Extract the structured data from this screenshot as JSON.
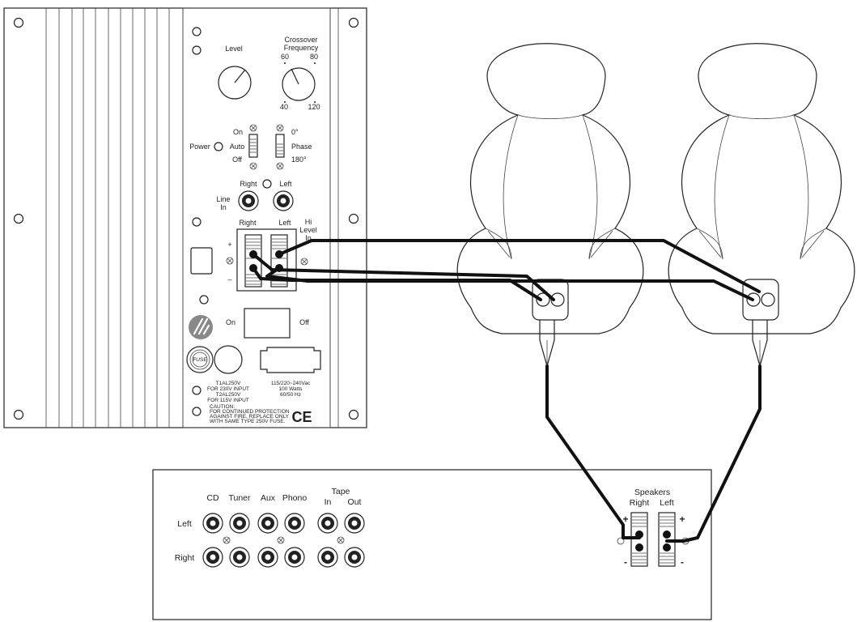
{
  "amp": {
    "level": "Level",
    "crossover_l1": "Crossover",
    "crossover_l2": "Frequency",
    "freq_60": "60",
    "freq_80": "80",
    "freq_40": "40",
    "freq_120": "120",
    "power": "Power",
    "on": "On",
    "auto": "Auto",
    "off": "Off",
    "phase": "Phase",
    "phase_0": "0°",
    "phase_180": "180°",
    "line_in_l1": "Line",
    "line_in_l2": "In",
    "right": "Right",
    "left": "Left",
    "hi_l1": "Hi",
    "hi_l2": "Level",
    "hi_l3": "In",
    "plus": "+",
    "minus": "–",
    "switch_on": "On",
    "switch_off": "Off",
    "fuse_label": "FUSE",
    "fuse_l1": "T1AL250V",
    "fuse_l2": "FOR 230V INPUT",
    "fuse_l3": "T2AL250V",
    "fuse_l4": "FOR 115V INPUT",
    "volt_l1": "115/220~240Vac",
    "volt_l2": "100 Watts",
    "volt_l3": "60/50 Hz",
    "caution_l1": "CAUTION:",
    "caution_l2": "FOR CONTINUED PROTECTION",
    "caution_l3": "AGAINST FIRE, REPLACE ONLY",
    "caution_l4": "WITH SAME TYPE 250V FUSE.",
    "ce": "CE"
  },
  "receiver": {
    "cd": "CD",
    "tuner": "Tuner",
    "aux": "Aux",
    "phono": "Phono",
    "tape": "Tape",
    "tape_in": "In",
    "tape_out": "Out",
    "row_left": "Left",
    "row_right": "Right",
    "speakers": "Speakers",
    "spk_right": "Right",
    "spk_left": "Left",
    "plus": "+",
    "minus": "-"
  }
}
